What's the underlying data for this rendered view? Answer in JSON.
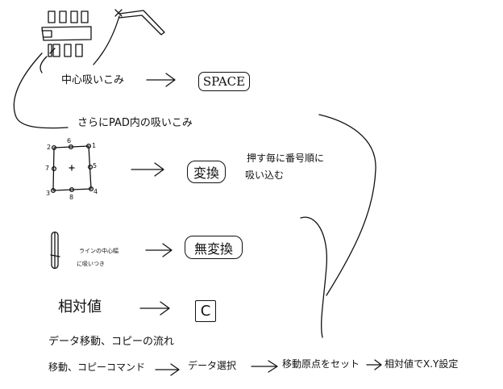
{
  "steps": {
    "center_suck_label": "中心吸いこみ",
    "space_key": "SPACE",
    "pad_suck_label": "さらにPAD内の吸いこみ",
    "henkan_key": "変換",
    "henkan_note_line1": "押す毎に番号順に",
    "henkan_note_line2": "吸い込む",
    "line_note_line1": "ラインの中心幅",
    "line_note_line2": "に吸いつき",
    "muhenkan_key": "無変換",
    "relative_label": "相対値",
    "c_key": "C"
  },
  "pad_numbers": [
    "6",
    "1",
    "2",
    "7",
    "5",
    "3",
    "8",
    "4"
  ],
  "flow": {
    "title": "データ移動、コピーの流れ",
    "items": [
      "移動、コピーコマンド",
      "データ選択",
      "移動原点をセット",
      "相対値でX.Y設定"
    ]
  }
}
